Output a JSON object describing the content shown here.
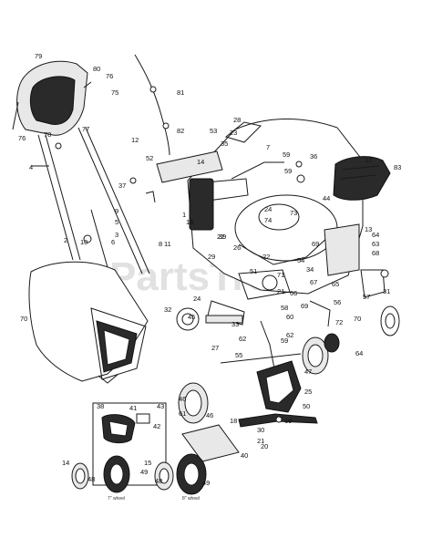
{
  "watermark": "PartsTree",
  "callouts": [
    "79",
    "80",
    "76",
    "75",
    "76",
    "78",
    "77",
    "4",
    "81",
    "82",
    "12",
    "53",
    "28",
    "23",
    "35",
    "7",
    "59",
    "36",
    "52",
    "14",
    "59",
    "37",
    "17",
    "83",
    "9",
    "5",
    "3",
    "2",
    "10",
    "6",
    "8",
    "1",
    "16",
    "44",
    "73",
    "24",
    "74",
    "22",
    "11",
    "39",
    "13",
    "26",
    "29",
    "22",
    "54",
    "64",
    "63",
    "68",
    "70",
    "51",
    "34",
    "69",
    "67",
    "71",
    "21",
    "31",
    "66",
    "65",
    "58",
    "62",
    "24",
    "32",
    "45",
    "69",
    "56",
    "70",
    "57",
    "46",
    "33",
    "60",
    "72",
    "27",
    "62",
    "59",
    "64",
    "47",
    "55",
    "25",
    "38",
    "41",
    "43",
    "42",
    "61",
    "46",
    "18",
    "50",
    "30",
    "19",
    "21",
    "20",
    "40",
    "14",
    "48",
    "49",
    "15",
    "48",
    "49"
  ],
  "captions": [
    "7\" wheel",
    "8\" wheel"
  ]
}
